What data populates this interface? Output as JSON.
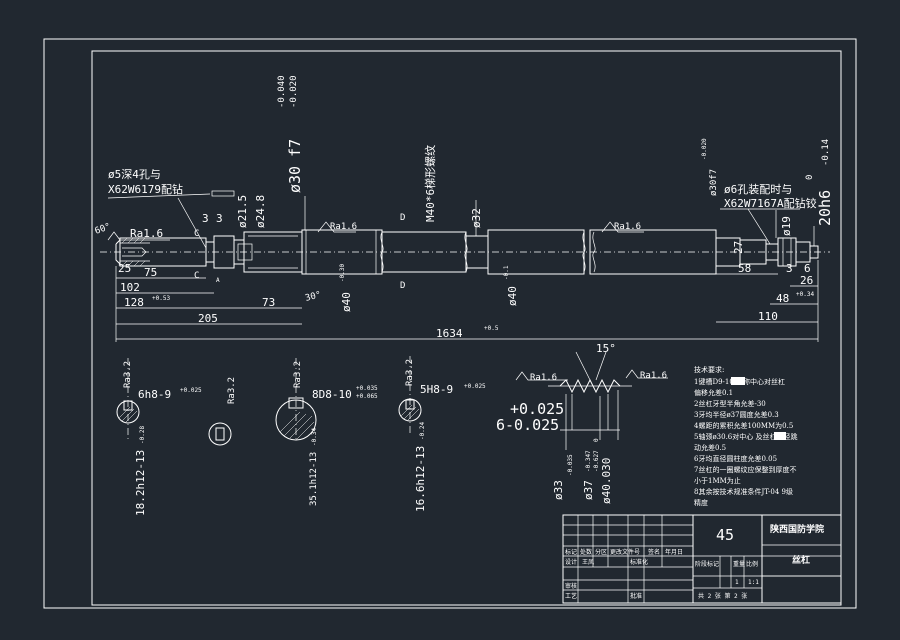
{
  "drawing": {
    "palette": {
      "background": "#212830",
      "line": "#ffffff"
    },
    "annotations": {
      "hole_note_1": "ø5深4孔与",
      "hole_note_2": "X62W6179配钻",
      "angle_60": "60°",
      "ra_left": "Ra1.6",
      "ra_mid": "Ra1.6",
      "ra_right": "Ra1.6",
      "section_c": "C",
      "section_a": "A",
      "section_d": "D",
      "right_hole_1": "ø6孔装配时与",
      "right_hole_2": "X62W7167A配钻铰",
      "angle_30": "30°"
    },
    "dims": {
      "d_30": "ø30 f7",
      "d_30_up": "-0.040",
      "d_30_lo": "-0.020",
      "thread": "M40*6梯形螺纹",
      "d_215": "ø21.5",
      "d_248": "ø24.8",
      "d_32": "ø32",
      "d_40_a": "ø40",
      "d_40_a_tol": "-0.30",
      "d_40_b": "ø40",
      "d_40_b_tol": "-0.1",
      "d_30_r": "ø30f7",
      "d_30_r_tol": "-0.020",
      "d_19": "ø19",
      "d_20h6": "20h6",
      "d_20h6_up": "0",
      "d_20h6_lo": "-0.14",
      "d_3a": "3",
      "d_3b": "3",
      "d_3c": "3",
      "d_25": "25",
      "d_75": "75",
      "d_102": "102",
      "d_128": "128",
      "d_128_tol": "+0.53",
      "d_73": "73",
      "d_205": "205",
      "d_1634": "1634",
      "d_1634_tol": "+0.5",
      "d_58": "58",
      "d_27": "27",
      "d_6": "6",
      "d_26": "26",
      "d_48": "48",
      "d_48_tol": "+0.34",
      "d_110": "110"
    },
    "sections": {
      "s1_width": "6h8-9",
      "s1_tol": "+0.025",
      "s1_depth": "18.2h12-13",
      "s1_depth_tol": "-0.28",
      "s1_ra": "Ra3.2",
      "s1_ra2": "Ra3.2",
      "s2_width": "8D8-10",
      "s2_tol_up": "+0.035",
      "s2_tol_lo": "+0.065",
      "s2_depth": "35.1h12-13",
      "s2_depth_tol": "-0.34",
      "s2_ra": "Ra3.2",
      "s3_width": "5H8-9",
      "s3_tol": "+0.025",
      "s3_depth": "16.6h12-13",
      "s3_depth_tol": "-0.24",
      "s3_ra": "Ra3.2"
    },
    "thread_detail": {
      "angle": "15°",
      "ra_l": "Ra1.6",
      "ra_r": "Ra1.6",
      "pitch_up": "+0.025",
      "pitch_main": "6-0.025",
      "d33": "ø33",
      "d33_tol": "-0.035",
      "d37": "ø37",
      "d37_tol1": "-0.347",
      "d37_tol2": "-0.627",
      "d40": "ø40.030",
      "d40_tol": "0"
    },
    "tech_reqs": [
      "技术要求:",
      "1键槽D9-10        对称中心对丝杠",
      "偏移允差0.1",
      "2丝杠牙型半角允差-30",
      "3牙均半径ø37圆度允差0.3",
      "4螺距的累积允差100MM为0.5",
      "5轴颈ø30.6对中心        及丝杠外径跳",
      "动允差0.5",
      "6牙均直径圆柱度允差0.05",
      "7丝杠的一圈螺纹应保整到厚度不",
      "小于1MM为止",
      "8其余按技术规准条件JT-04  9级",
      "精度"
    ],
    "title_block": {
      "material": "45",
      "school": "陕西国防学院",
      "part_name": "丝杠",
      "h1": "标记",
      "h2": "处数",
      "h3": "分区",
      "h4": "更改文件号",
      "h5": "签名",
      "h6": "年月日",
      "r_design": "设计",
      "r_name": "王凤",
      "r_std": "标准化",
      "r_stage": "阶段标记",
      "r_weight": "重量",
      "r_scale": "比例",
      "r_qty": "1",
      "r_scale_v": "1:1",
      "r_review": "审核",
      "r_process": "工艺",
      "r_approve": "批准",
      "sheet": "共 2 张  第 2 张"
    }
  }
}
